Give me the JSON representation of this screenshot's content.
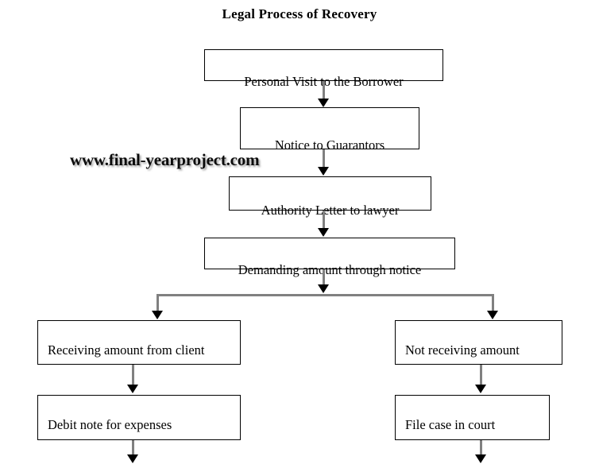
{
  "diagram": {
    "title": "Legal Process of Recovery",
    "watermark": "www.final-yearproject.com",
    "colors": {
      "background": "#ffffff",
      "box_border": "#000000",
      "text": "#000000",
      "connector_shaft": "#808080",
      "arrowhead": "#000000"
    },
    "nodes": [
      {
        "id": "n1",
        "label": "Personal Visit to the Borrower"
      },
      {
        "id": "n2",
        "label": "Notice to Guarantors"
      },
      {
        "id": "n3",
        "label": "Authority Letter to lawyer"
      },
      {
        "id": "n4",
        "label": "Demanding amount through notice"
      },
      {
        "id": "n5",
        "label": "Receiving amount from client"
      },
      {
        "id": "n6",
        "label": "Not receiving amount"
      },
      {
        "id": "n7",
        "label": "Debit note for expenses"
      },
      {
        "id": "n8",
        "label": "File case in court"
      }
    ],
    "edges": [
      {
        "from": "n1",
        "to": "n2"
      },
      {
        "from": "n2",
        "to": "n3"
      },
      {
        "from": "n3",
        "to": "n4"
      },
      {
        "from": "n4",
        "to": "n5"
      },
      {
        "from": "n4",
        "to": "n6"
      },
      {
        "from": "n5",
        "to": "n7"
      },
      {
        "from": "n6",
        "to": "n8"
      },
      {
        "from": "n7",
        "to": "below"
      },
      {
        "from": "n8",
        "to": "below"
      }
    ]
  }
}
